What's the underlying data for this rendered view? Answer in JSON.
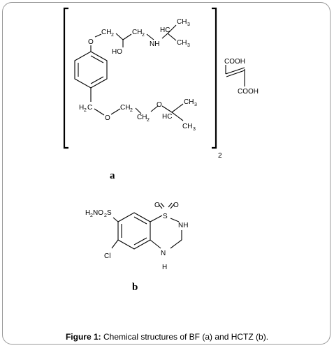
{
  "figure": {
    "caption_prefix": "Figure 1:",
    "caption_text": " Chemical structures of BF (a) and HCTZ (b).",
    "label_a": "a",
    "label_b": "b"
  },
  "structure_a": {
    "bracket_multiplier": "2",
    "atoms": {
      "o_top": "O",
      "ch2_1": "CH",
      "ch2_1_sub": "2",
      "ho": "HO",
      "ch2_2": "CH",
      "ch2_2_sub": "2",
      "nh": "NH",
      "hc_top": "HC",
      "ch3_top_1": "CH",
      "ch3_top_1_sub": "3",
      "ch3_top_2": "CH",
      "ch3_top_2_sub": "3",
      "h2c_pre": "H",
      "h2c_sub": "2",
      "h2c_post": "C",
      "o_mid": "O",
      "ch2_3": "CH",
      "ch2_3_sub": "2",
      "ch2_4": "CH",
      "ch2_4_sub": "2",
      "o_right": "O",
      "hc_bot": "HC",
      "ch3_bot_1": "CH",
      "ch3_bot_1_sub": "3",
      "ch3_bot_2": "CH",
      "ch3_bot_2_sub": "3"
    },
    "fumarate": {
      "cooh_top": "COOH",
      "cooh_bottom": "COOH"
    }
  },
  "structure_b": {
    "atoms": {
      "h2no2s_h": "H",
      "h2no2s_2a": "2",
      "h2no2s_no": "NO",
      "h2no2s_2b": "2",
      "h2no2s_s": "S",
      "o_left": "O",
      "o_right": "O",
      "s": "S",
      "nh_top": "NH",
      "cl": "Cl",
      "n_bottom": "N",
      "h_bottom": "H"
    }
  }
}
